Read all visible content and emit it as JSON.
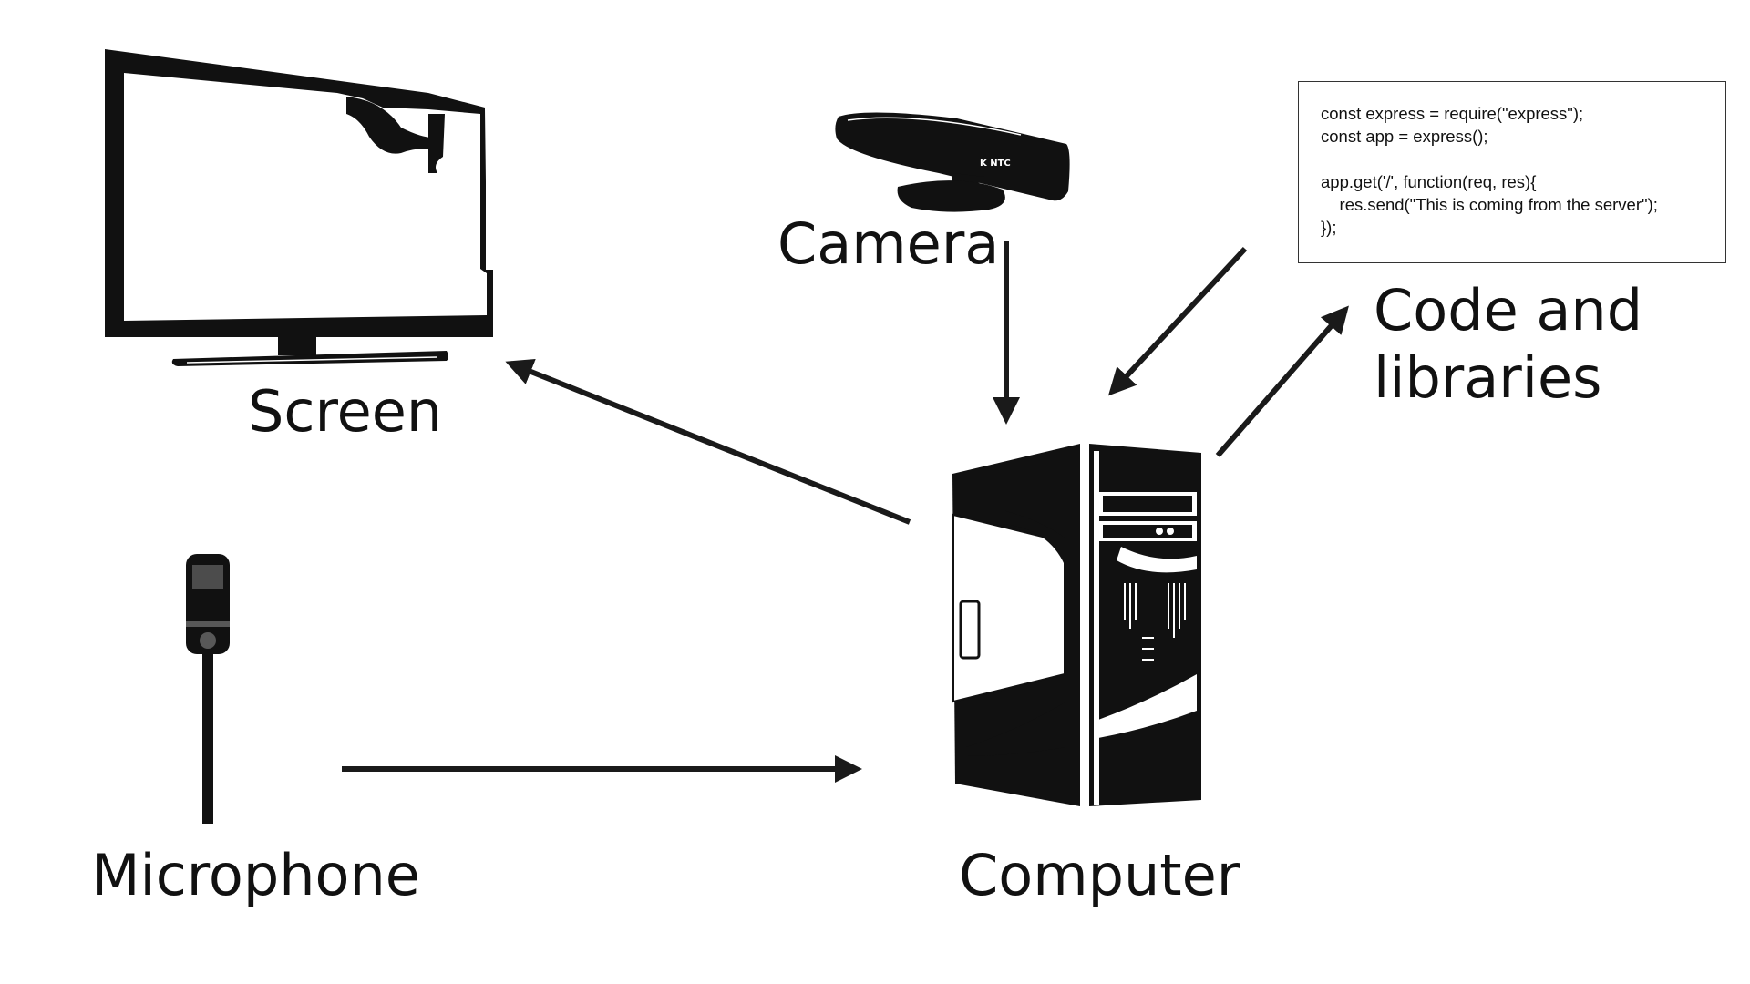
{
  "labels": {
    "screen": "Screen",
    "camera": "Camera",
    "microphone": "Microphone",
    "computer": "Computer",
    "code_libraries_line1": "Code and",
    "code_libraries_line2": "libraries"
  },
  "camera_brand": "K NTC",
  "code_snippet": {
    "lines": [
      "const express = require(\"express\");",
      "const app = express();",
      "",
      "app.get('/', function(req, res){",
      "    res.send(\"This is coming from the server\");",
      "});"
    ]
  },
  "connections": [
    {
      "from": "camera",
      "to": "computer"
    },
    {
      "from": "code-and-libraries",
      "to": "computer"
    },
    {
      "from": "computer",
      "to": "code-and-libraries"
    },
    {
      "from": "computer",
      "to": "screen"
    },
    {
      "from": "microphone",
      "to": "computer"
    }
  ],
  "colors": {
    "ink": "#111111",
    "background": "#ffffff"
  }
}
